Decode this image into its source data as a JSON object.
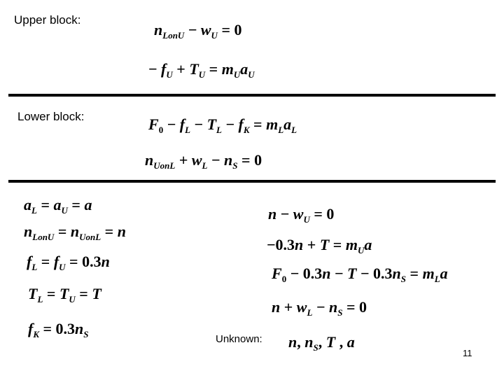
{
  "labels": {
    "upper": "Upper block:",
    "lower": "Lower block:",
    "unknown": "Unknown:"
  },
  "equations": {
    "upper_1": "n_LonU − w_U = 0",
    "upper_2": "− f_U + T_U = m_U a_U",
    "lower_1": "F_0 − f_L − T_L − f_K = m_L a_L",
    "lower_2": "n_UonL + w_L − n_S = 0",
    "constraint_1": "a_L = a_U = a",
    "constraint_2": "n_LonU = n_UonL = n",
    "constraint_3": "f_L = f_U = 0.3n",
    "constraint_4": "T_L = T_U = T",
    "constraint_5": "f_K = 0.3n_S",
    "system_1": "n − w_U = 0",
    "system_2": "−0.3n + T = m_U a",
    "system_3": "F_0 − 0.3n − T − 0.3n_S = m_L a",
    "system_4": "n + w_L − n_S = 0",
    "unknowns": "n, n_S, T, a"
  },
  "page_number": "11"
}
